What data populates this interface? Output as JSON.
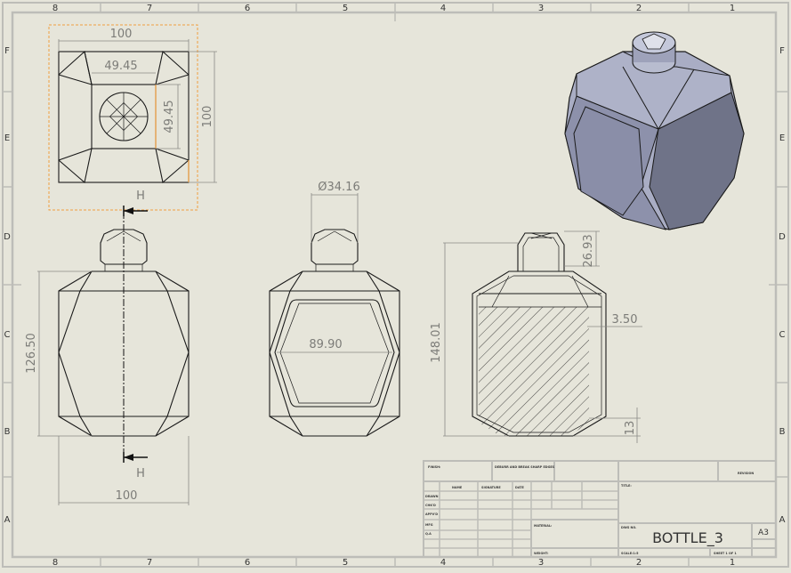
{
  "sheet": {
    "background": "#e6e5da",
    "border_color": "#bdbdb8",
    "column_zones": [
      "8",
      "7",
      "6",
      "5",
      "4",
      "3",
      "2",
      "1"
    ],
    "row_zones": [
      "F",
      "E",
      "D",
      "C",
      "B",
      "A"
    ]
  },
  "views": {
    "top_view": {
      "dim_width": "100",
      "dim_inner_width": "49.45",
      "dim_inner_height": "49.45",
      "dim_height": "100",
      "selection_color": "#f0a040"
    },
    "front_view": {
      "section_label_top": "H",
      "section_label_bottom": "H",
      "dim_height": "126.50",
      "dim_width": "100"
    },
    "side_view": {
      "dim_neck_diameter": "Ø34.16",
      "dim_panel_width": "89.90"
    },
    "section_view": {
      "dim_total_height": "148.01",
      "dim_neck_height": "26.93",
      "dim_wall_thickness": "3.50",
      "dim_base_height": "13"
    },
    "isometric_view": {
      "body_color": "#a9adc4",
      "panel_color": "#8d91ab"
    }
  },
  "title_block": {
    "finish_label": "FINISH:",
    "deburr_label": "DEBURR AND BREAK SHARP EDGES",
    "revision_label": "REVISION",
    "header_name": "NAME",
    "header_signature": "SIGNATURE",
    "header_date": "DATE",
    "title_label": "TITLE:",
    "rows": [
      "DRAWN",
      "CHK'D",
      "APPV'D",
      "MFG",
      "Q.A"
    ],
    "material_label": "MATERIAL:",
    "weight_label": "WEIGHT:",
    "dwg_no_label": "DWG NO.",
    "dwg_no": "BOTTLE_3",
    "sheet_size": "A3",
    "scale_label": "SCALE:1:5",
    "sheet_label": "SHEET 1 OF 1"
  }
}
